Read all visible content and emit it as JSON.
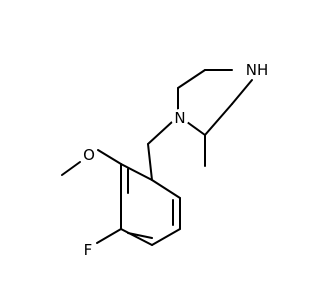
{
  "molecule": {
    "atoms": [
      {
        "id": "N1",
        "label": "N",
        "color": "#000000"
      },
      {
        "id": "NH",
        "label": "NH",
        "color": "#000000"
      },
      {
        "id": "O",
        "label": "O",
        "color": "#000000"
      },
      {
        "id": "F",
        "label": "F",
        "color": "#000000"
      }
    ],
    "bond_color": "#000000",
    "background": "#ffffff"
  }
}
